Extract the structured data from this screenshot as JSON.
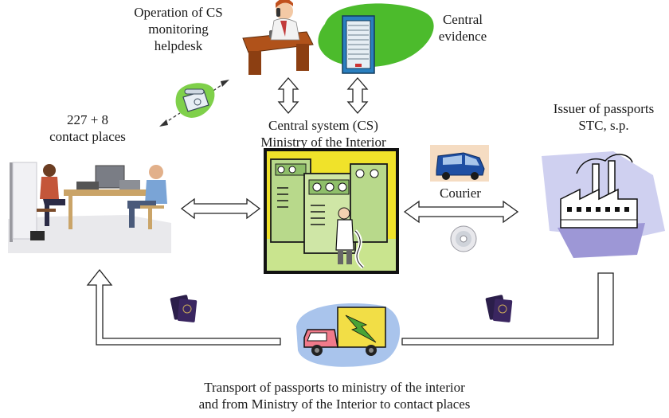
{
  "labels": {
    "helpdesk": [
      "Operation of CS",
      "monitoring",
      "helpdesk"
    ],
    "central_evidence": [
      "Central",
      "evidence"
    ],
    "contact_places": [
      "227 + 8",
      "contact places"
    ],
    "central_system": [
      "Central system (CS)",
      "Ministry of the Interior"
    ],
    "issuer": [
      "Issuer of passports",
      "STC, s.p."
    ],
    "courier": "Courier",
    "transport": [
      "Transport of passports to ministry of the interior",
      "and from Ministry of the Interior to contact places"
    ]
  },
  "icons": [
    "helpdesk-operator-icon",
    "server-cabinet-icon",
    "telephone-icon",
    "contact-place-photo",
    "central-system-computer-icon",
    "courier-van-icon",
    "cd-disc-icon",
    "factory-icon",
    "passport-icon",
    "delivery-truck-icon"
  ],
  "colors": {
    "green_blob": "#4cbb2c",
    "frame_yellow": "#f0e22a",
    "frame_border": "#111111",
    "van_blue": "#1f4fa3",
    "passport_purple": "#2b1e4a",
    "arrow_outline": "#222222"
  }
}
